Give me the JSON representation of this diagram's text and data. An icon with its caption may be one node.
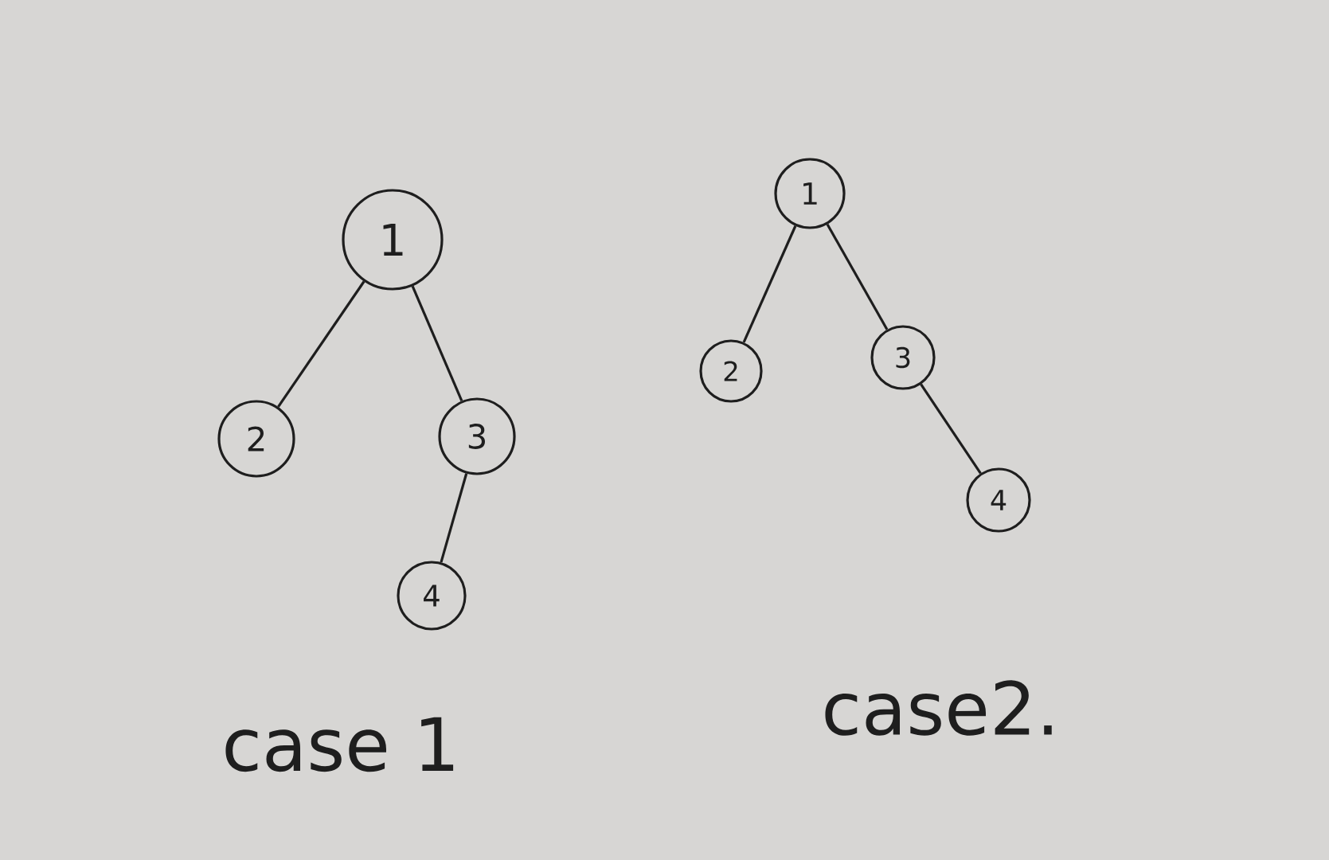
{
  "diagram": {
    "nodes": [
      {
        "text": [
          "1"
        ]
      },
      {
        "text": [
          "2"
        ]
      },
      {
        "text": [
          "3"
        ]
      },
      {
        "text": [
          "4"
        ]
      },
      {
        "text": [
          "1"
        ]
      },
      {
        "text": [
          "2"
        ]
      },
      {
        "text": [
          "3"
        ]
      },
      {
        "text": [
          "4"
        ]
      }
    ],
    "edges": [
      {
        "from": 0,
        "to": 1,
        "arrow": "none"
      },
      {
        "from": 0,
        "to": 2,
        "arrow": "none"
      },
      {
        "from": 2,
        "to": 3,
        "arrow": "none"
      },
      {
        "from": 4,
        "to": 5,
        "arrow": "none"
      },
      {
        "from": 4,
        "to": 6,
        "arrow": "none"
      },
      {
        "from": 6,
        "to": 7,
        "arrow": "none"
      }
    ],
    "labels": [
      "case 1",
      "case2."
    ]
  }
}
